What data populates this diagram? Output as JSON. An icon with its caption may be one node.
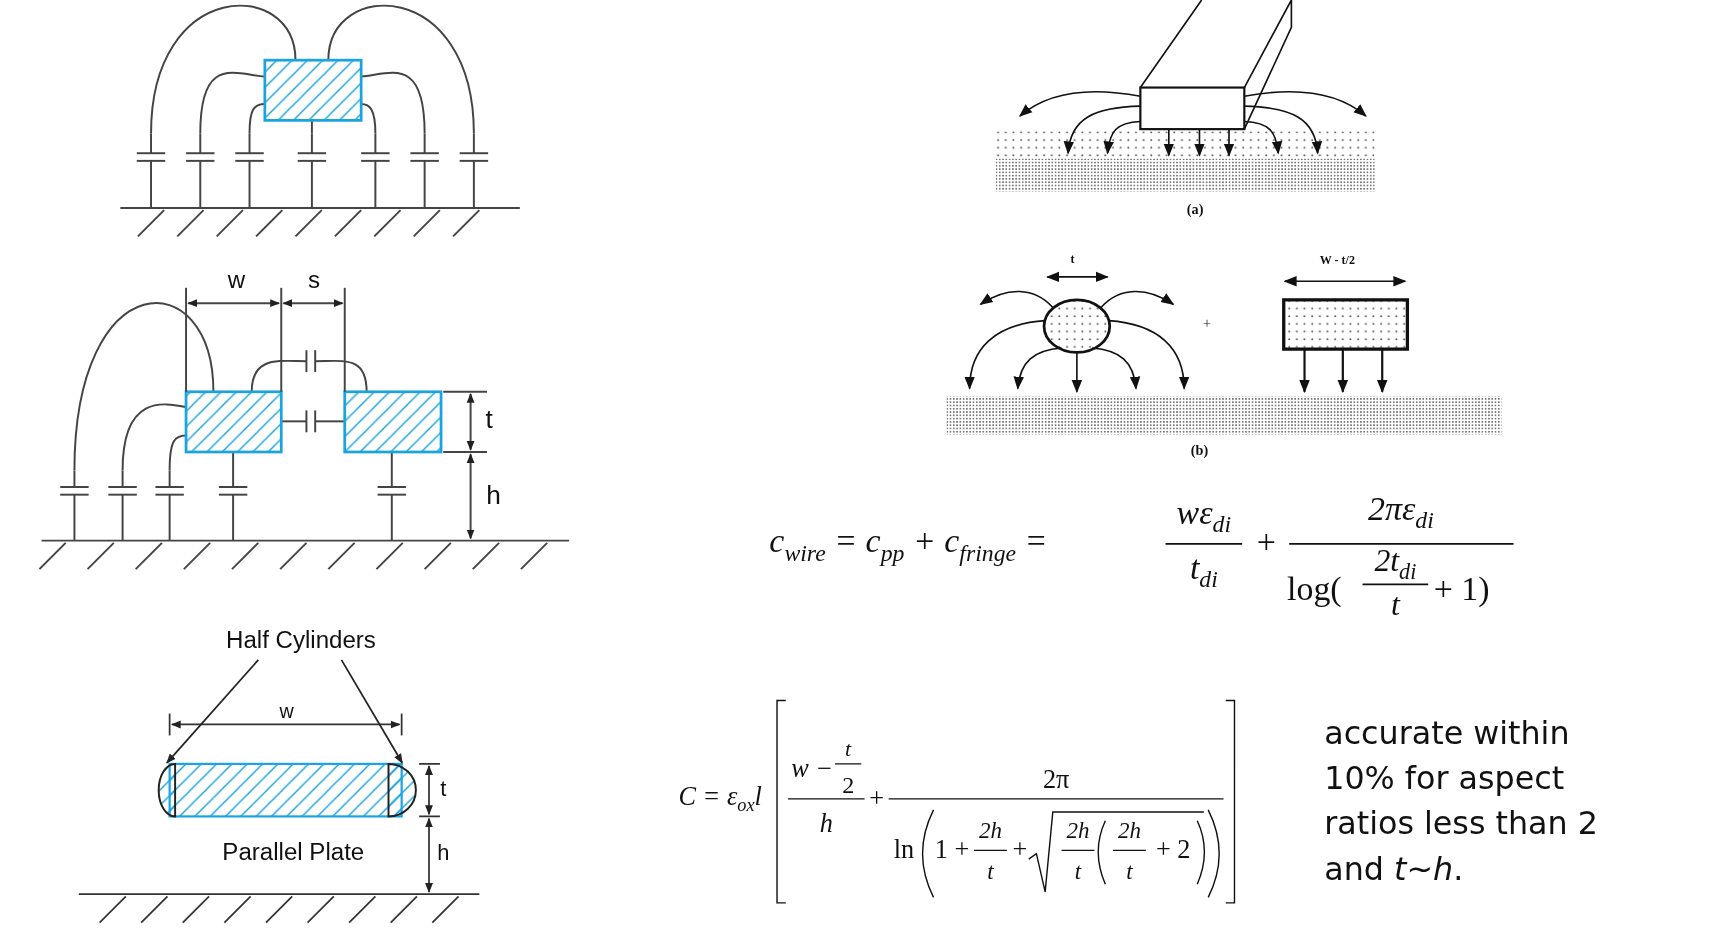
{
  "diagram": {
    "nodes": [
      {
        "text": [
          "Half Cylinders"
        ]
      },
      {
        "text": [],
        "shape": "semicircle"
      },
      {
        "text": [],
        "shape": "semicircle"
      }
    ],
    "edges": [
      {
        "from": 0,
        "to": 1,
        "arrow": "to"
      },
      {
        "from": 0,
        "to": 2,
        "arrow": "to"
      }
    ],
    "labels": [
      "w",
      "s",
      "t",
      "h",
      "(a)",
      "t",
      "W - t/2",
      "+",
      "(b)",
      "c$_{wire}$ = c$_{pp}$ + c$_{fringe}$ =",
      "wε$_{di}$",
      "t$_{di}$",
      "+",
      "2πε$_{di}$",
      "log(",
      "2t$_{di}$",
      "t",
      "+ 1)",
      "w",
      "t",
      "Parallel Plate",
      "h",
      "C = ε$_{ox}$l",
      "w −",
      "t",
      "2",
      "h",
      "+",
      "2π",
      "ln",
      "1 +",
      "2h",
      "t",
      "+",
      "2h",
      "t",
      "2h",
      "t",
      "+ 2",
      "accurate within 10% for aspect ratios less than 2 and *t~h*."
    ]
  }
}
